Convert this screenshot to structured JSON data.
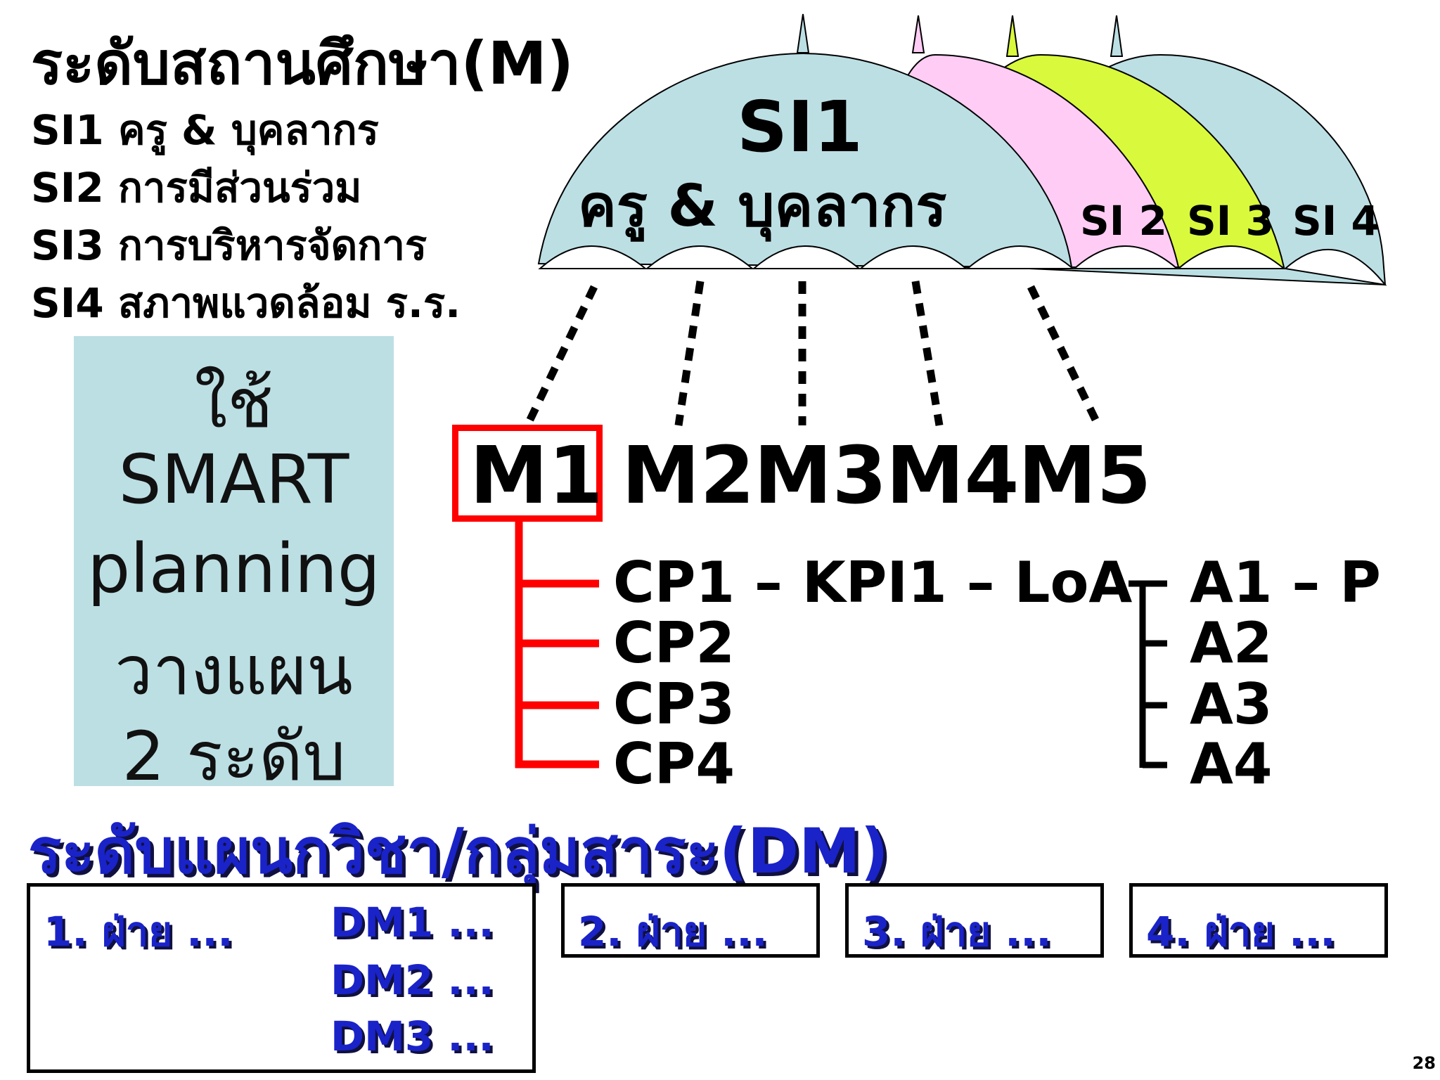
{
  "title": "ระดับสถานศึกษา(M)",
  "si_list": [
    "SI1 ครู & บุคลากร",
    "SI2 การมีส่วนร่วม",
    "SI3 การบริหารจัดการ",
    "SI4 สภาพแวดล้อม ร.ร."
  ],
  "umbrella": {
    "main_code": "SI1",
    "main_label": "ครู & บุคลากร",
    "small_labels": [
      "SI 2",
      "SI 3",
      "SI 4"
    ],
    "colors": {
      "si1": "#bcdfe4",
      "si2": "#ffccf5",
      "si3": "#d9fa3c",
      "si4": "#bcdfe4"
    }
  },
  "smart_box": {
    "lines": [
      "ใช้",
      "SMART",
      "planning",
      "วางแผน",
      "2 ระดับ"
    ],
    "color": "#bcdfe4"
  },
  "m_items": [
    "M1",
    "M2",
    "M3",
    "M4",
    "M5"
  ],
  "cp_items": [
    "CP1 – KPI1 – LoA",
    "CP2",
    "CP3",
    "CP4"
  ],
  "a_items": [
    "A1 – P",
    "A2",
    "A3",
    "A4"
  ],
  "dm_title": "ระดับแผนกวิชา/กลุ่มสาระ(DM)",
  "dm_boxes": [
    {
      "label": "1. ฝ่าย ...",
      "subitems": [
        "DM1 ...",
        "DM2 ...",
        "DM3 ..."
      ]
    },
    {
      "label": "2. ฝ่าย ..."
    },
    {
      "label": "3. ฝ่าย ..."
    },
    {
      "label": "4. ฝ่าย ..."
    }
  ],
  "page_number": "28",
  "accent_red": "#ff0000",
  "accent_blue": "#1a23c8"
}
